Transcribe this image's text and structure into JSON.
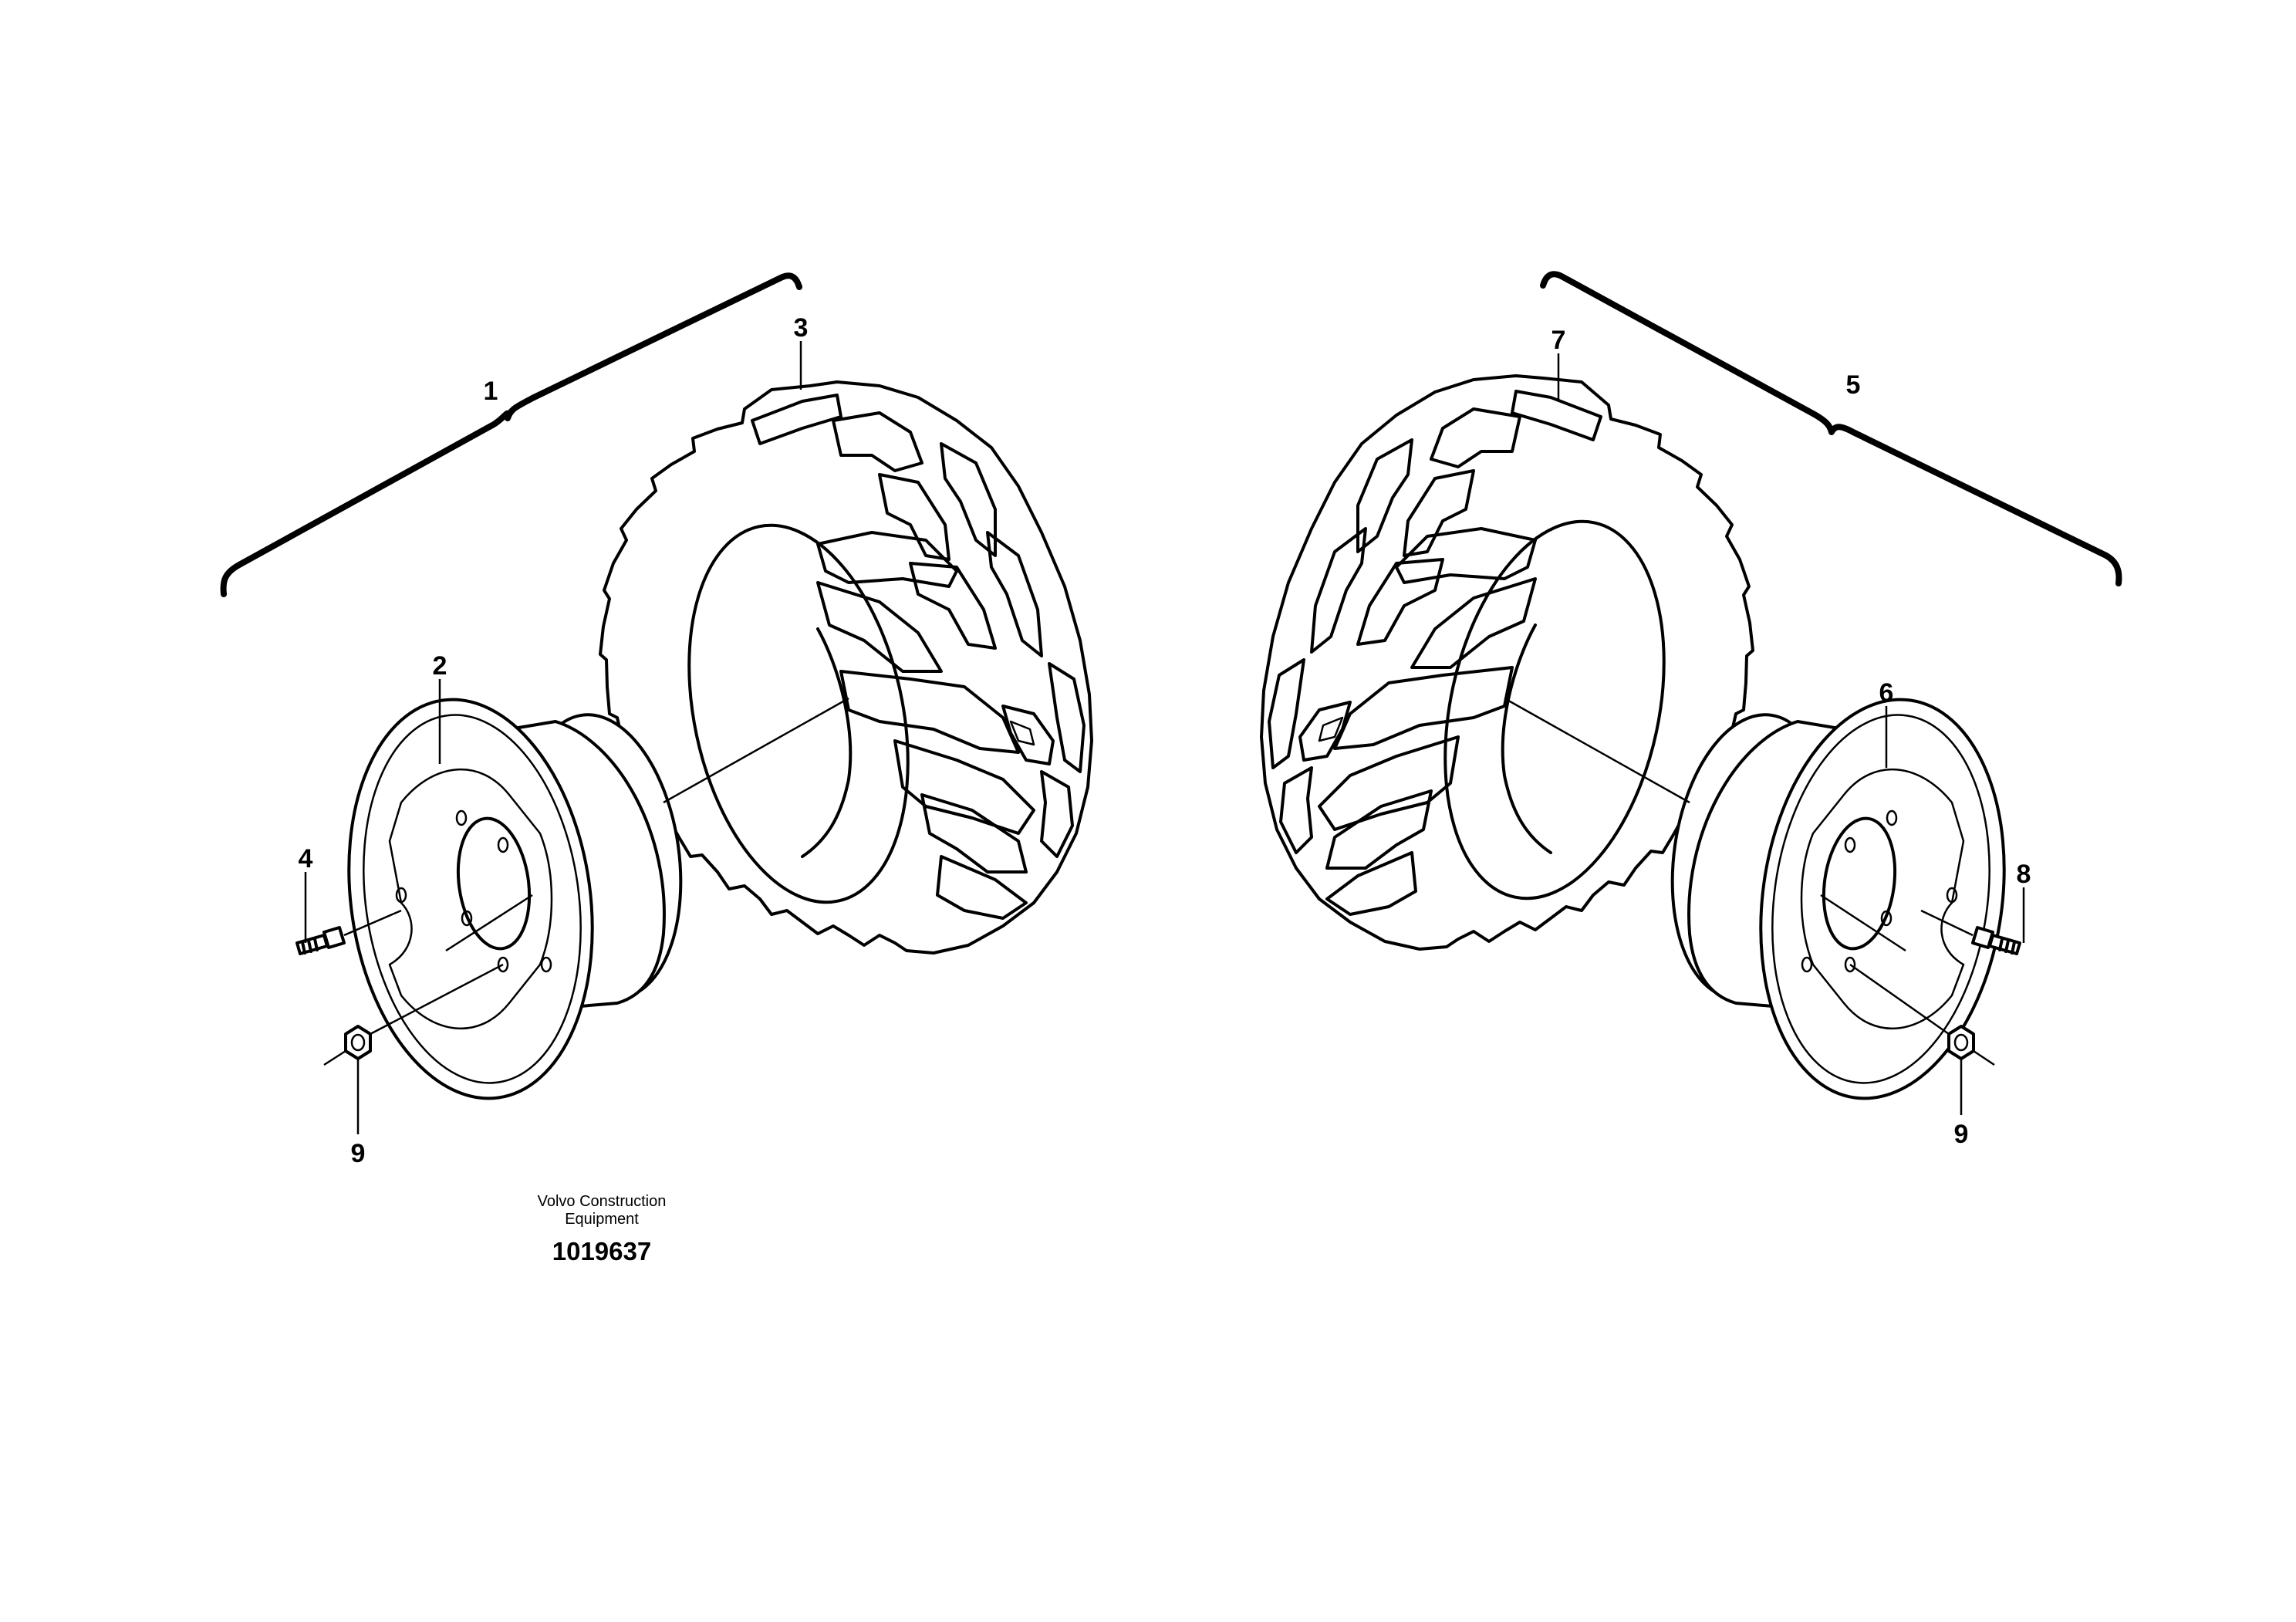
{
  "callouts": {
    "c1": "1",
    "c2": "2",
    "c3": "3",
    "c4": "4",
    "c5": "5",
    "c6": "6",
    "c7": "7",
    "c8": "8",
    "c9_left": "9",
    "c9_right": "9"
  },
  "caption": {
    "brand_line_1": "Volvo Construction",
    "brand_line_2": "Equipment",
    "drawing_number": "1019637"
  }
}
